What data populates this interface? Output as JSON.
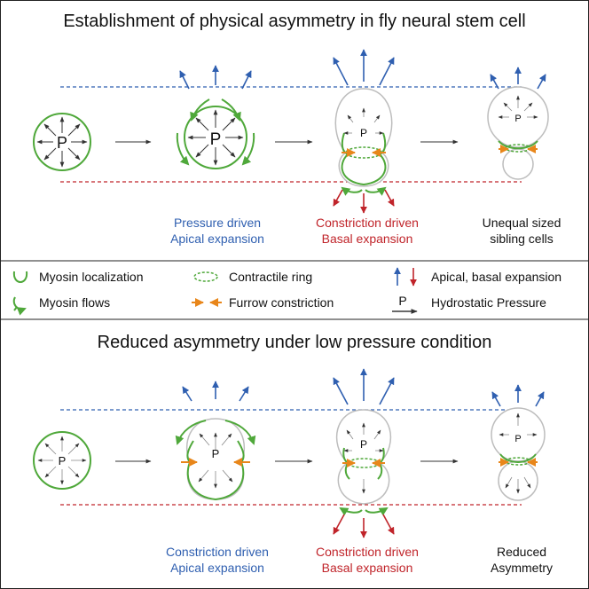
{
  "colors": {
    "myosin_green": "#4fa83a",
    "apical_blue": "#2f5fb0",
    "basal_red": "#c0242a",
    "furrow_orange": "#e8861a",
    "cell_outline_gray": "#bdbdbd",
    "frame_black": "#222222"
  },
  "panel_top": {
    "title": "Establishment of physical asymmetry in fly neural stem cell",
    "cell_labels": [
      "P",
      "P",
      "P",
      "P"
    ],
    "captions": {
      "stage2_line1": "Pressure driven",
      "stage2_line2": "Apical expansion",
      "stage3_line1": "Constriction driven",
      "stage3_line2": "Basal expansion",
      "stage4_line1": "Unequal sized",
      "stage4_line2": "sibling cells"
    }
  },
  "legend": {
    "myosin_localization": "Myosin localization",
    "myosin_flows": "Myosin flows",
    "contractile_ring": "Contractile ring",
    "furrow_constriction": "Furrow constriction",
    "apical_basal_expansion": "Apical, basal expansion",
    "hydrostatic_pressure": "Hydrostatic Pressure",
    "pressure_symbol": "P"
  },
  "panel_bottom": {
    "title": "Reduced asymmetry under low pressure condition",
    "cell_labels": [
      "P",
      "P",
      "P",
      "P"
    ],
    "captions": {
      "stage2_line1": "Constriction driven",
      "stage2_line2": "Apical expansion",
      "stage3_line1": "Constriction driven",
      "stage3_line2": "Basal expansion",
      "stage4_line1": "Reduced",
      "stage4_line2": "Asymmetry"
    }
  }
}
